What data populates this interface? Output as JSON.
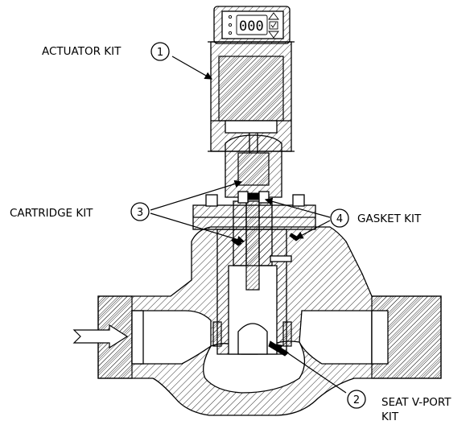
{
  "display": {
    "reading": "000",
    "up_icon": "triangle-up-icon",
    "ok_icon": "checkbox-icon",
    "down_icon": "triangle-down-icon"
  },
  "callouts": [
    {
      "number": "1",
      "label": "ACTUATOR KIT"
    },
    {
      "number": "2",
      "label_line1": "SEAT V-PORT",
      "label_line2": "KIT"
    },
    {
      "number": "3",
      "label": "CARTRIDGE KIT"
    },
    {
      "number": "4",
      "label": "GASKET KIT"
    }
  ],
  "flow_arrow_icon": "flow-arrow-icon"
}
